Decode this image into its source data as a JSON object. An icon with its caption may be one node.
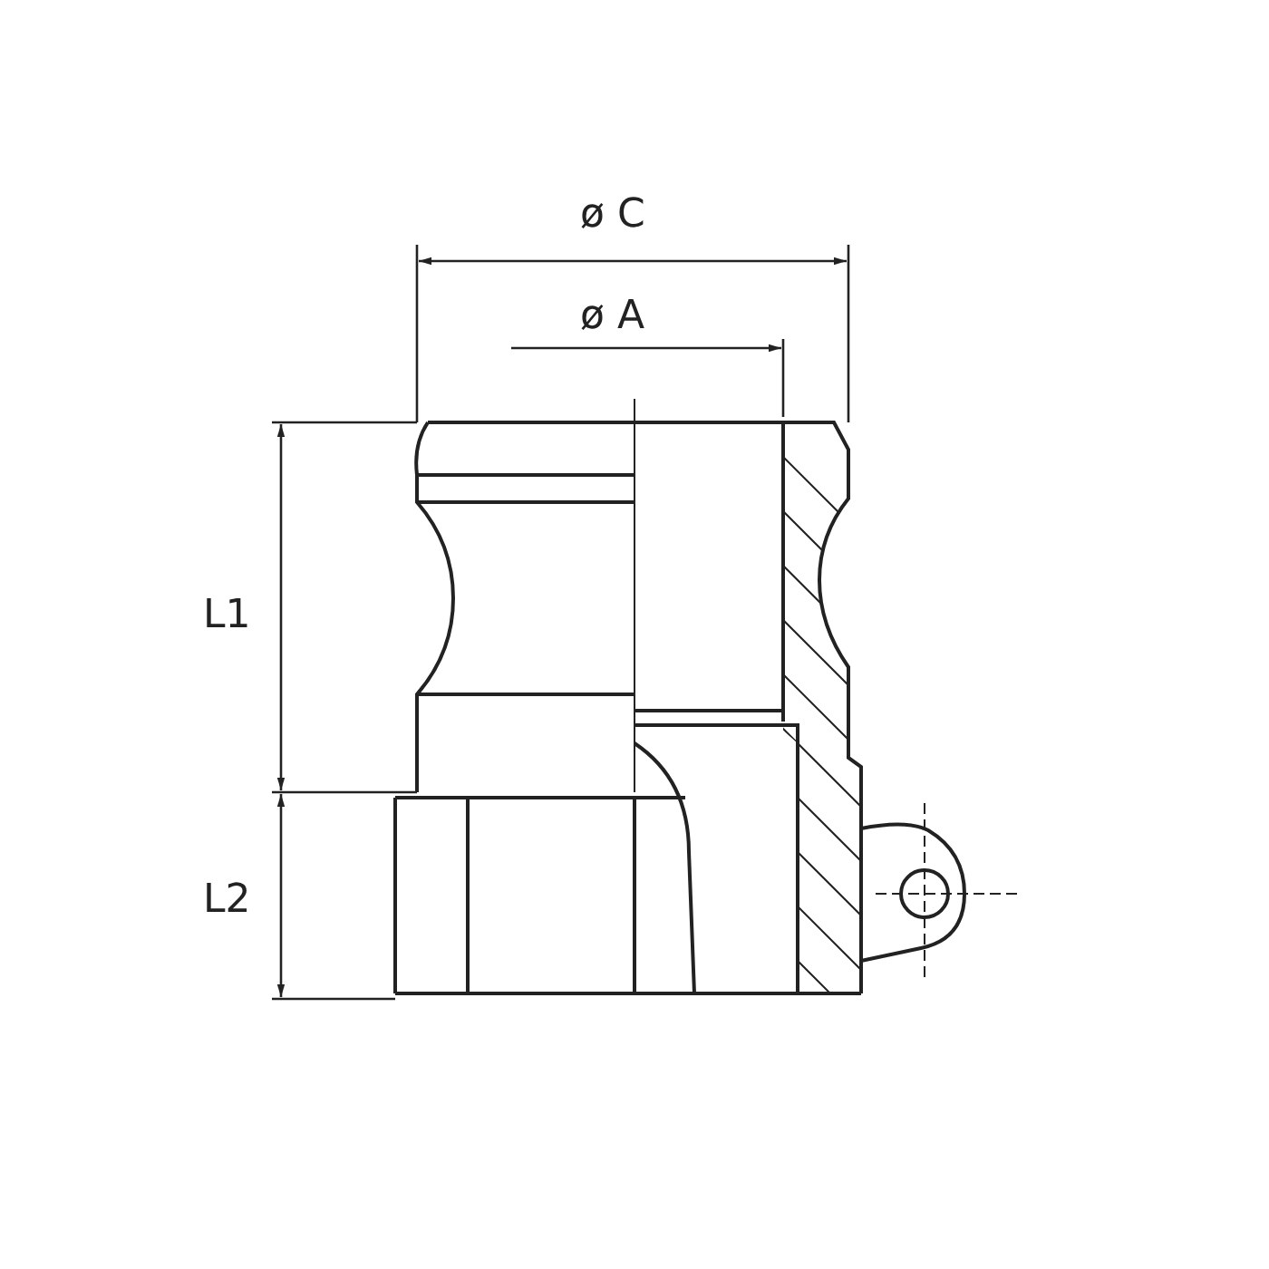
{
  "diagram": {
    "labels": [
      "ø C",
      "ø A",
      "L1",
      "L2"
    ]
  }
}
